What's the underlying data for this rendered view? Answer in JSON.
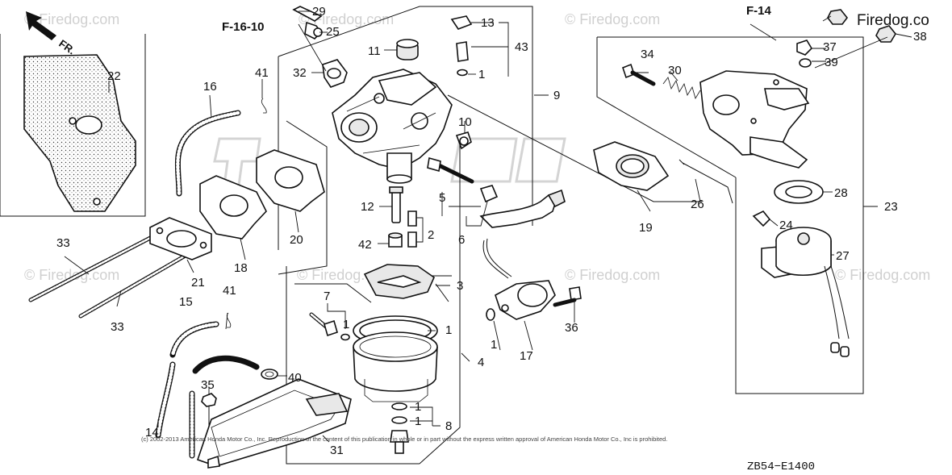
{
  "watermarks": {
    "site": "© Firedog.com",
    "site_top_right": "Firedog.co"
  },
  "references": {
    "ref_left": "F-16-10",
    "ref_right": "F-14"
  },
  "orientation": {
    "label": "FR."
  },
  "callouts": {
    "c1": "1",
    "c2": "2",
    "c3": "3",
    "c4": "4",
    "c5": "5",
    "c6": "6",
    "c7": "7",
    "c8": "8",
    "c9": "9",
    "c10": "10",
    "c11": "11",
    "c12": "12",
    "c13": "13",
    "c14": "14",
    "c15": "15",
    "c16": "16",
    "c17": "17",
    "c18": "18",
    "c19": "19",
    "c20": "20",
    "c21": "21",
    "c22": "22",
    "c23": "23",
    "c24": "24",
    "c25": "25",
    "c26": "26",
    "c27": "27",
    "c28": "28",
    "c29": "29",
    "c30": "30",
    "c31": "31",
    "c32": "32",
    "c33": "33",
    "c34": "34",
    "c35": "35",
    "c36": "36",
    "c37": "37",
    "c38": "38",
    "c39": "39",
    "c40": "40",
    "c41": "41",
    "c42": "42",
    "c43": "43"
  },
  "footer": {
    "copyright": "(c) 2002-2013 American Honda Motor Co., Inc. Reproduction of the content of this publication in whole or in part without the express written approval of American Honda Motor Co., Inc is prohibited.",
    "diagram_code": "ZB54−E1400"
  }
}
